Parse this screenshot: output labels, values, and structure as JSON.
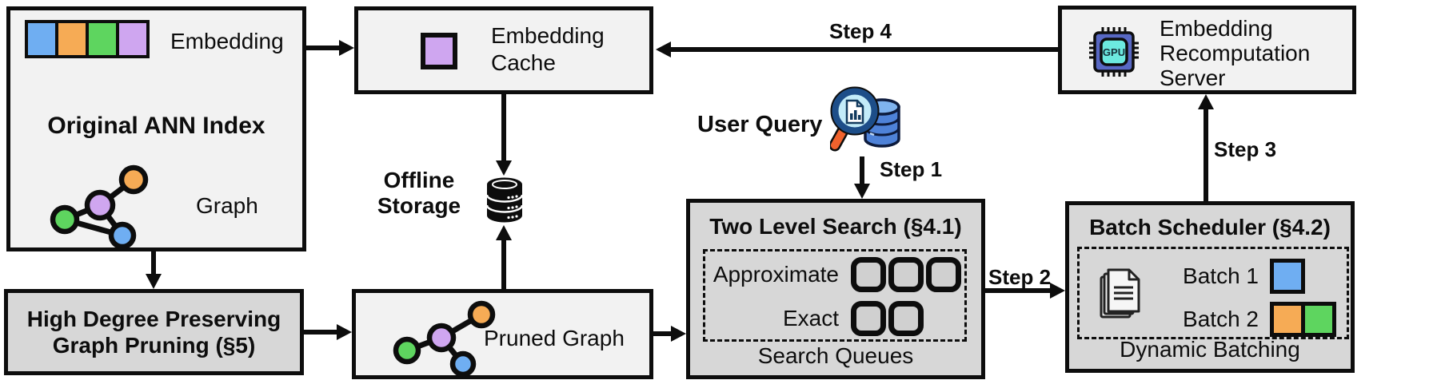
{
  "figure": {
    "original_index": {
      "embedding_label": "Embedding",
      "title": "Original ANN Index",
      "graph_label": "Graph"
    },
    "high_degree_pruning": {
      "line1": "High Degree Preserving",
      "line2": "Graph Pruning (§5)"
    },
    "embedding_cache": {
      "label": "Embedding Cache"
    },
    "offline_storage": {
      "line1": "Offline",
      "line2": "Storage"
    },
    "pruned_graph": {
      "label": "Pruned Graph"
    },
    "user_query": {
      "label": "User Query"
    },
    "two_level_search": {
      "title": "Two Level Search (§4.1)",
      "approximate_label": "Approximate",
      "approximate_slots": 3,
      "exact_label": "Exact",
      "exact_slots": 2,
      "caption": "Search Queues"
    },
    "batch_scheduler": {
      "title": "Batch Scheduler (§4.2)",
      "batch1_label": "Batch 1",
      "batch2_label": "Batch 2",
      "caption": "Dynamic Batching"
    },
    "recomputation_server": {
      "label": "Embedding Recomputation Server",
      "gpu_chip_label": "GPU"
    },
    "steps": {
      "step1": "Step 1",
      "step2": "Step 2",
      "step3": "Step 3",
      "step4": "Step 4"
    },
    "colors": {
      "embedding_blue": "#6faef2",
      "embedding_orange": "#f6ab55",
      "embedding_green": "#5ed55f",
      "embedding_purple": "#cfa6f0",
      "light_box_fill": "#f2f2f2",
      "gray_box_fill": "#d7d7d7",
      "outline": "#0d0d0d",
      "gpu_chip_body": "#5868c4",
      "gpu_chip_core": "#6ce9df",
      "query_db_blue": "#4e82d8",
      "magnifier_rim_navy": "#1d4e89",
      "magnifier_handle_orange": "#f0622d"
    }
  }
}
